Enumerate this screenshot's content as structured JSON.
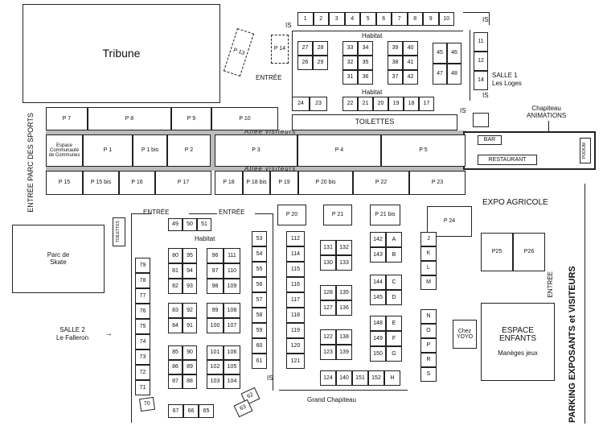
{
  "labels": {
    "tribune": "Tribune",
    "entree_top": "ENTRÉE",
    "habitat_top1": "Habitat",
    "habitat_top2": "Habitat",
    "is_top_left": "IS",
    "is_top_right": "IS",
    "is_right_mid": "IS",
    "is_toilets": "IS",
    "is_bottom": "IS",
    "salle1": "SALLE 1",
    "salle1_sub": "Les Loges",
    "toilettes_top": "TOILETTES",
    "chapiteau": "Chapiteau",
    "animations": "ANIMATIONS",
    "bar": "BAR",
    "restaurant": "RESTAURANT",
    "podium": "PODIUM",
    "allee1": "Allée visiteurs",
    "allee2": "Allée visiteurs",
    "entree_sports": "ENTRÉE PARC DES SPORTS",
    "expo_agricole": "EXPO AGRICOLE",
    "parking": "PARKING EXPOSANTS et VISITEURS",
    "entree_right": "ENTRÉE",
    "entree_b1": "ENTRÉE",
    "entree_b2": "ENTRÉE",
    "habitat_bottom": "Habitat",
    "toilettes_small": "TOILETTES",
    "parc_skate": "Parc de Skate",
    "salle2": "SALLE 2",
    "salle2_sub": "Le Falleron",
    "grand_chapiteau": "Grand Chapiteau",
    "chez_yoyo": "Chez YOYO",
    "espace_enfants": "ESPACE ENFANTS",
    "maneges": "Manèges jeux",
    "espace_communaute": "Espace Communauté de Communes"
  },
  "stands": {
    "top_row": [
      "1",
      "2",
      "3",
      "4",
      "5",
      "6",
      "7",
      "8",
      "9",
      "10"
    ],
    "p13": "P 13",
    "p14": "P 14",
    "hab_a": [
      "27",
      "28",
      "26",
      "29"
    ],
    "hab_b": [
      "33",
      "34",
      "32",
      "35",
      "31",
      "36"
    ],
    "hab_c": [
      "39",
      "40",
      "38",
      "41",
      "37",
      "42"
    ],
    "hab_d": [
      "45",
      "46",
      "47",
      "48"
    ],
    "right_col": [
      "11",
      "12",
      "14"
    ],
    "row2": [
      "24",
      "23",
      "22",
      "21",
      "20",
      "19",
      "18",
      "17"
    ],
    "p_row1": [
      "P 7",
      "P 8",
      "P 9",
      "P 10"
    ],
    "p_row2": [
      "P 1",
      "P 1 bis",
      "P 2",
      "P 3",
      "P 4",
      "P 5"
    ],
    "p_row3": [
      "P 15",
      "P 15 bis",
      "P 16",
      "P 17",
      "P 18",
      "P 18 bis",
      "P 19",
      "P 20 bis",
      "P 22",
      "P 23"
    ],
    "p_misc": [
      "P 20",
      "P 21",
      "P 21 bis",
      "P 24",
      "P25",
      "P26"
    ],
    "b_top": [
      "49",
      "50",
      "51"
    ],
    "left_col": [
      "79",
      "78",
      "77",
      "76",
      "75",
      "74",
      "73",
      "72",
      "71"
    ],
    "s70": "70",
    "c1": [
      "80",
      "95",
      "81",
      "94",
      "82",
      "93",
      "83",
      "92",
      "84",
      "91",
      "85",
      "90",
      "86",
      "89",
      "87",
      "88"
    ],
    "c2": [
      "96",
      "111",
      "97",
      "110",
      "98",
      "109",
      "99",
      "108",
      "100",
      "107",
      "101",
      "106",
      "102",
      "105",
      "103",
      "104"
    ],
    "c3": [
      "53",
      "54",
      "55",
      "56",
      "57",
      "58",
      "59",
      "60",
      "61"
    ],
    "c4": [
      "112",
      "114",
      "115",
      "116",
      "117",
      "118",
      "119",
      "120",
      "121"
    ],
    "bottom": [
      "67",
      "66",
      "65"
    ],
    "tilted": [
      "62",
      "63"
    ],
    "g1": [
      "131",
      "132",
      "130",
      "133"
    ],
    "g2": [
      "128",
      "135",
      "127",
      "136"
    ],
    "g3": [
      "122",
      "138",
      "123",
      "139"
    ],
    "g4": [
      "142",
      "A",
      "143",
      "B"
    ],
    "g5": [
      "144",
      "C",
      "145",
      "D"
    ],
    "g6": [
      "148",
      "E",
      "149",
      "F",
      "150",
      "G"
    ],
    "g7": [
      "124",
      "140",
      "151",
      "152",
      "H"
    ],
    "jklm": [
      "J",
      "K",
      "L",
      "M"
    ],
    "noprs": [
      "N",
      "O",
      "P",
      "R",
      "S"
    ]
  }
}
